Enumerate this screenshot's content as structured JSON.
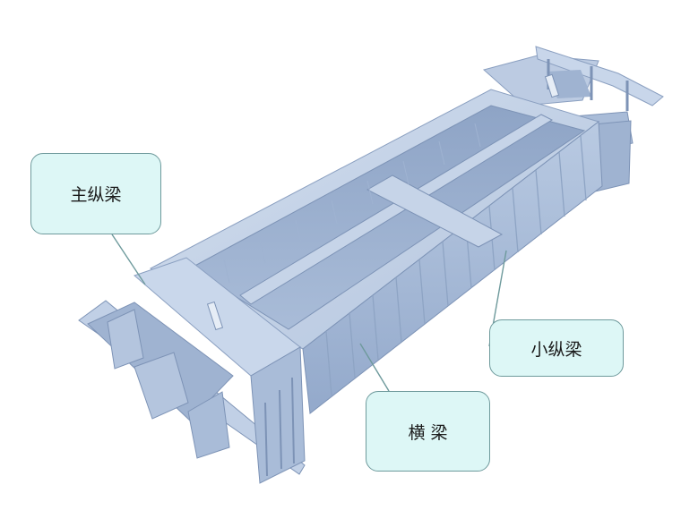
{
  "labels": {
    "main_longitudinal_beam": "主纵梁",
    "small_longitudinal_beam": "小纵梁",
    "cross_beam": "横 梁"
  },
  "colors": {
    "steel_light": "#c4d3e6",
    "steel_mid": "#9fb3d1",
    "steel_dark": "#7d93b6",
    "callout_fill": "#ddf7f6",
    "callout_border": "#6e9a9c",
    "leader_line": "#6e9a9c"
  }
}
